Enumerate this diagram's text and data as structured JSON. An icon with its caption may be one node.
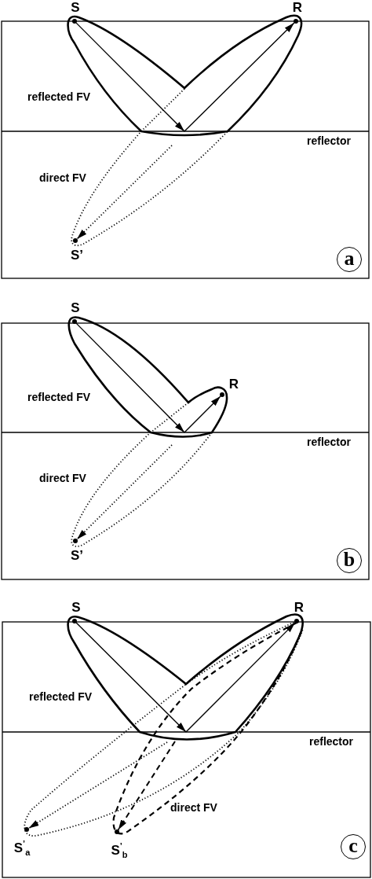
{
  "diagram": {
    "nodes": [
      {
        "text": [],
        "shape": "circle",
        "beside": [
          "S"
        ]
      },
      {
        "text": [],
        "shape": "circle",
        "beside": [
          "R"
        ]
      },
      {
        "text": [],
        "shape": "circle",
        "beside": [
          "S’"
        ]
      },
      {
        "text": [
          "a"
        ]
      },
      {
        "text": [],
        "shape": "circle",
        "beside": [
          "S"
        ]
      },
      {
        "text": [],
        "shape": "circle",
        "beside": [
          "R"
        ]
      },
      {
        "text": [],
        "shape": "circle",
        "beside": [
          "S’"
        ]
      },
      {
        "text": [
          "b"
        ]
      },
      {
        "text": [],
        "shape": "circle",
        "beside": [
          "S"
        ]
      },
      {
        "text": [],
        "shape": "circle",
        "beside": [
          "R"
        ]
      },
      {
        "text": [],
        "shape": "circle",
        "beside": [
          "S$^{’}$$_{a}$"
        ]
      },
      {
        "text": [],
        "shape": "circle",
        "beside": [
          "S$^{’}$$_{b}$"
        ]
      },
      {
        "text": [
          "c"
        ]
      }
    ],
    "edges": [
      {
        "from": 0,
        "to": null,
        "arrow": "to"
      },
      {
        "from": null,
        "to": 1,
        "arrow": "to"
      },
      {
        "from": null,
        "to": 2,
        "arrow": "to",
        "style": "dashed"
      },
      {
        "from": 4,
        "to": null,
        "arrow": "to"
      },
      {
        "from": null,
        "to": 5,
        "arrow": "to"
      },
      {
        "from": null,
        "to": 6,
        "arrow": "to",
        "style": "dashed"
      },
      {
        "from": 8,
        "to": null,
        "arrow": "to"
      },
      {
        "from": null,
        "to": 9,
        "arrow": "to"
      },
      {
        "from": null,
        "to": 10,
        "arrow": "to",
        "style": "dashed"
      },
      {
        "from": null,
        "to": 11,
        "arrow": "to",
        "style": "dashed"
      }
    ],
    "labels": [
      "reflected FV",
      "reflector",
      "direct FV",
      "reflected FV",
      "reflector",
      "direct FV",
      "reflected FV",
      "reflector",
      "direct FV"
    ]
  }
}
